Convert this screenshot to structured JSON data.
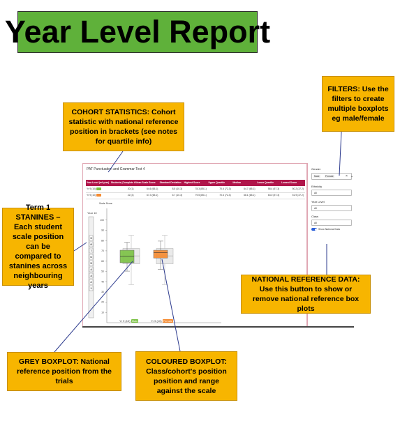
{
  "title": "Year Level Report",
  "callouts": {
    "cohort": "COHORT STATISTICS: Cohort statistic with national reference position in brackets (see notes for quartile info)",
    "filters": "FILTERS: Use the filters to create multiple boxplots eg male/female",
    "stanines": "Term 1 STANINES – Each student scale position can be compared to stanines across neighbouring years",
    "national": "NATIONAL REFERENCE DATA: Use this button to show or remove national reference box plots",
    "grey": "GREY BOXPLOT: National reference position from the trials",
    "coloured": "COLOURED BOXPLOT: Class/cohort's position position and range against the scale"
  },
  "report": {
    "heading": "PAT Punctuation and Grammar Test 4",
    "columns": [
      "Year Level (ref year)",
      "Students (Complete tests)",
      "Mean Scale Score",
      "Standard Deviation",
      "Highest Score",
      "Upper Quartile",
      "Median",
      "Lower Quartile",
      "Lowest Score"
    ],
    "rows": [
      {
        "label": "Yr 9 (10)",
        "badge_color": "#7ac143",
        "cells": [
          "20 (1)",
          "64.6 (65.1)",
          "8.5 (10.3)",
          "78.3 (85.1)",
          "70.6 (72.3)",
          "64.7 (65.1)",
          "58.4 (57.3)",
          "50.2 (37.2)"
        ]
      },
      {
        "label": "Yr 9 (10)",
        "badge_color": "#f58a2f",
        "cells": [
          "22 (2)",
          "67.3 (65.1)",
          "6.7 (10.3)",
          "79.5 (85.1)",
          "70.6 (72.3)",
          "68.1 (65.1)",
          "63.0 (57.3)",
          "51.9 (37.2)"
        ]
      }
    ],
    "axis_label": "Scale Score",
    "stanine_header": "Year 10",
    "stanines": [
      "9",
      "8",
      "7",
      "6",
      "5",
      "4",
      "3",
      "2",
      "1"
    ],
    "legend": [
      {
        "label": "Yr 9 (10)",
        "badge": "Male",
        "color": "#7ac143"
      },
      {
        "label": "Yr 9 (10)",
        "badge": "Female",
        "color": "#f58a2f"
      }
    ]
  },
  "chart_data": {
    "type": "boxplot",
    "y_ticks": [
      100,
      90,
      80,
      70,
      60,
      50,
      40,
      30,
      20,
      10
    ],
    "ylim": [
      0,
      110
    ],
    "boxes": [
      {
        "name": "national",
        "min": 37.2,
        "q1": 57.3,
        "median": 65.1,
        "q3": 72.3,
        "max": 85.1,
        "color": "#d9d9d9",
        "slot": 0
      },
      {
        "name": "cohort",
        "min": 50.2,
        "q1": 58.4,
        "median": 64.7,
        "q3": 70.6,
        "max": 78.3,
        "color": "#7ac143",
        "slot": 0
      },
      {
        "name": "national",
        "min": 37.2,
        "q1": 57.3,
        "median": 65.1,
        "q3": 72.3,
        "max": 85.1,
        "color": "#d9d9d9",
        "slot": 1
      },
      {
        "name": "cohort",
        "min": 51.9,
        "q1": 63.0,
        "median": 68.1,
        "q3": 70.6,
        "max": 79.5,
        "color": "#f58a2f",
        "slot": 1
      }
    ]
  },
  "filters": {
    "gender_label": "Gender",
    "gender_chips": [
      "Male",
      "Female"
    ],
    "ethnicity_label": "Ethnicity",
    "ethnicity_value": "All",
    "year_label": "Year Level",
    "year_value": "All",
    "class_label": "Class",
    "class_value": "All",
    "toggle_label": "Show National Data"
  }
}
